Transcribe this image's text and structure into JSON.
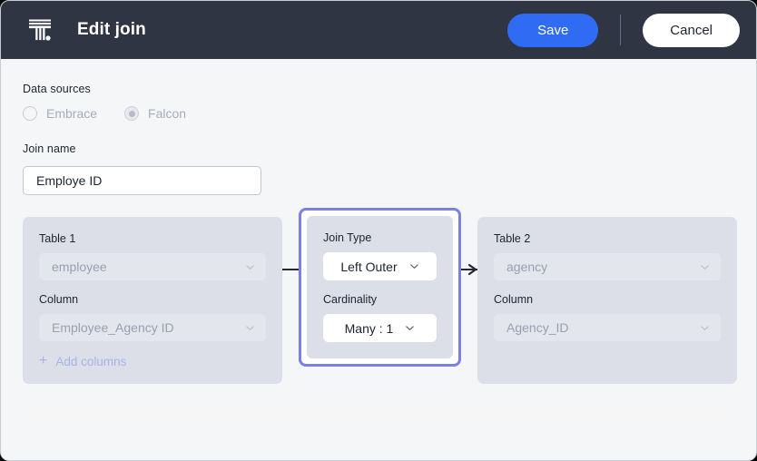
{
  "header": {
    "logo_icon": "pillar-logo-icon",
    "title": "Edit join",
    "save_label": "Save",
    "cancel_label": "Cancel",
    "save_color": "#2f6bf3",
    "bar_color": "#303544"
  },
  "data_sources": {
    "label": "Data sources",
    "options": [
      {
        "label": "Embrace",
        "selected": false
      },
      {
        "label": "Falcon",
        "selected": true
      }
    ]
  },
  "join_name": {
    "label": "Join name",
    "value": "Employe ID",
    "placeholder": "Join name"
  },
  "table1": {
    "title": "Table 1",
    "table_value": "employee",
    "column_label": "Column",
    "column_value": "Employee_Agency ID",
    "add_columns_label": "Add columns",
    "add_icon": "plus-icon"
  },
  "join_config": {
    "join_type_label": "Join Type",
    "join_type_value": "Left Outer",
    "cardinality_label": "Cardinality",
    "cardinality_value": "Many : 1",
    "focus_color": "#7b7fe8"
  },
  "table2": {
    "title": "Table 2",
    "table_value": "agency",
    "column_label": "Column",
    "column_value": "Agency_ID"
  },
  "icons": {
    "chevron_down": "chevron-down-icon",
    "arrow_right": "arrow-right-icon"
  }
}
